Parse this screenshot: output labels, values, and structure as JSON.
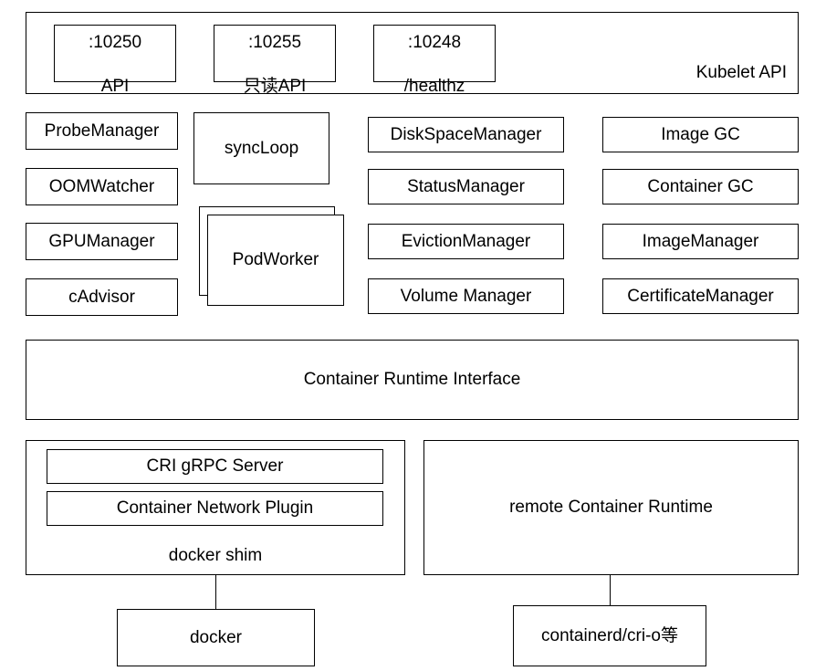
{
  "kubelet_api": {
    "label": "Kubelet API",
    "ports": [
      {
        "port": ":10250",
        "desc": "API"
      },
      {
        "port": ":10255",
        "desc": "只读API"
      },
      {
        "port": ":10248",
        "desc": "/healthz"
      }
    ]
  },
  "left_components": [
    "ProbeManager",
    "OOMWatcher",
    "GPUManager",
    "cAdvisor"
  ],
  "sync_loop": "syncLoop",
  "pod_worker": "PodWorker",
  "middle_components": [
    "DiskSpaceManager",
    "StatusManager",
    "EvictionManager",
    "Volume Manager"
  ],
  "right_components": [
    "Image GC",
    "Container GC",
    "ImageManager",
    "CertificateManager"
  ],
  "cri": "Container Runtime Interface",
  "docker_shim": {
    "label": "docker shim",
    "inner": [
      "CRI gRPC Server",
      "Container Network Plugin"
    ]
  },
  "remote_runtime": "remote Container Runtime",
  "docker": "docker",
  "containerd": "containerd/cri-o等"
}
